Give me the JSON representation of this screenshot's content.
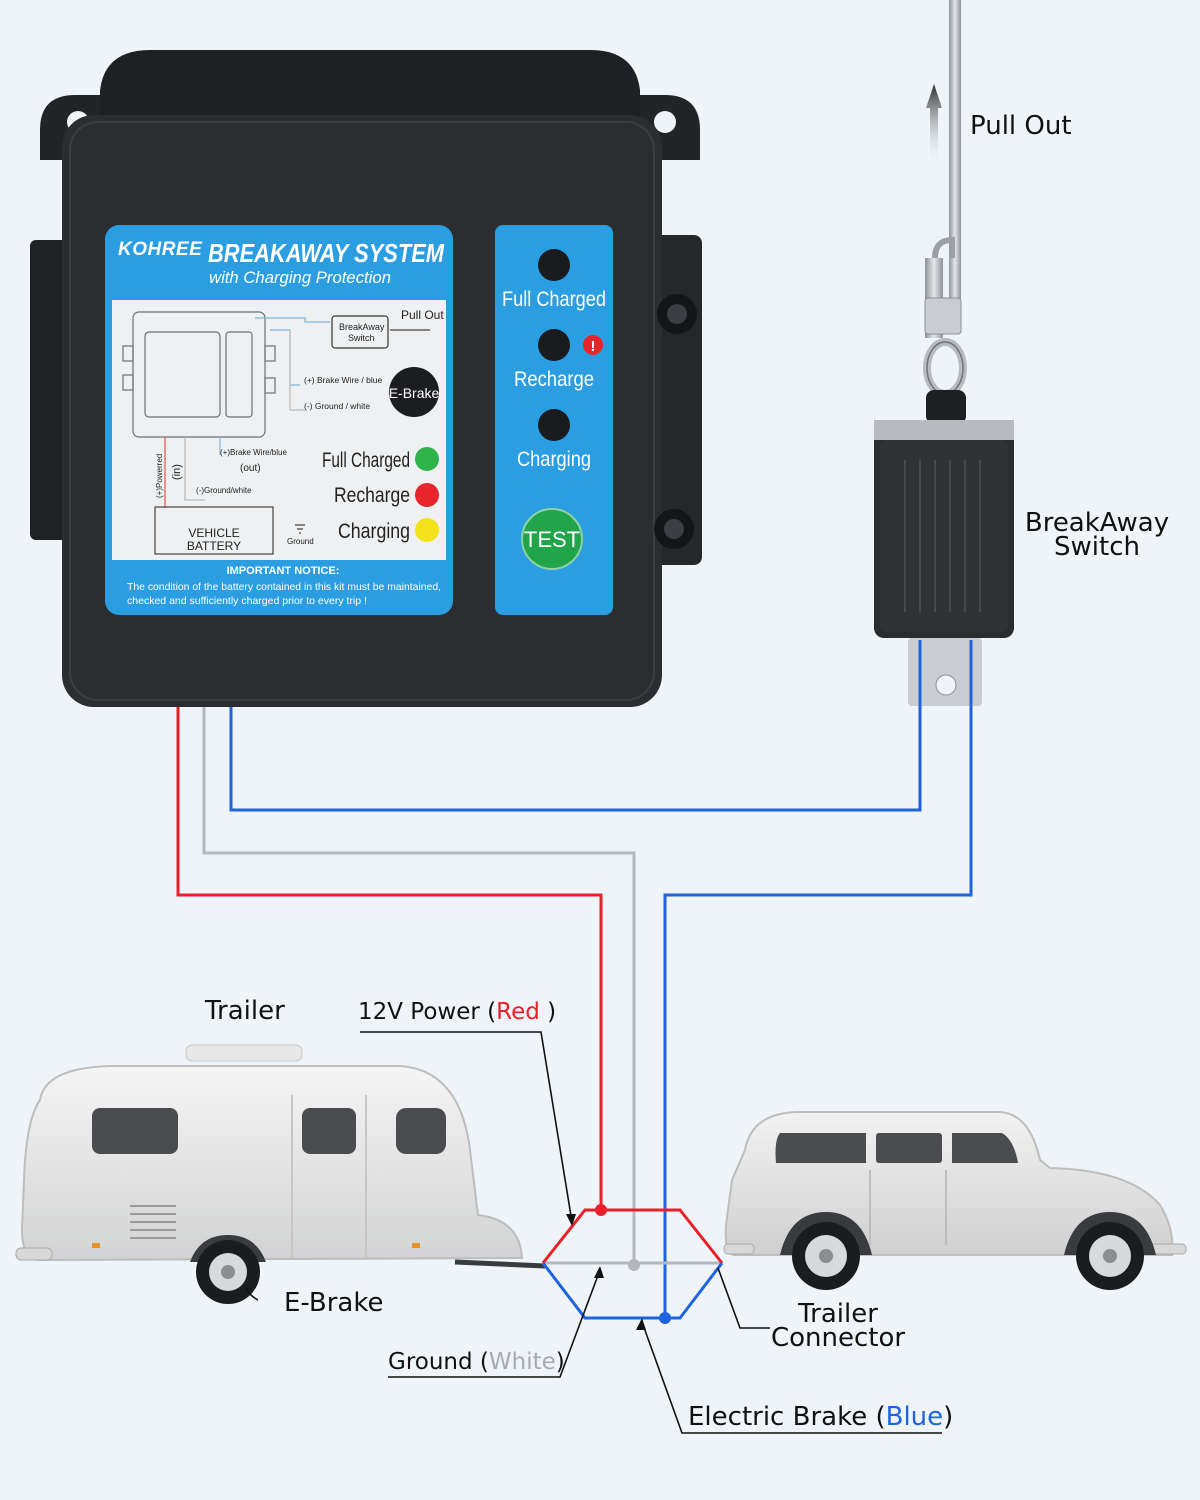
{
  "box": {
    "brand": "KOHREE",
    "title": "BREAKAWAY SYSTEM",
    "subtitle": "with Charging Protection",
    "schematic": {
      "pull_out": "Pull Out",
      "switch_label_1": "BreakAway",
      "switch_label_2": "Switch",
      "brake_wire": "(+) Brake Wire / blue",
      "ground_wire": "(-) Ground / white",
      "ebrake": "E-Brake",
      "brake_wire_blue": "(+)Brake Wire/blue",
      "out": "(out)",
      "powerred": "(+)Powerred",
      "in": "(in)",
      "ground_white": "(-)Ground/white",
      "battery_1": "VEHICLE",
      "battery_2": "BATTERY",
      "ground": "Ground",
      "full_charged": "Full Charged",
      "recharge": "Recharge",
      "charging": "Charging"
    },
    "notice_title": "IMPORTANT NOTICE:",
    "notice_line1": "The condition of the battery contained in this kit must be maintained,",
    "notice_line2": "checked and sufficiently charged prior to every trip !",
    "panel": {
      "full_charged": "Full Charged",
      "recharge": "Recharge",
      "charging": "Charging",
      "alert": "!",
      "test": "TEST"
    }
  },
  "labels": {
    "pull_out": "Pull Out",
    "breakaway_1": "BreakAway",
    "breakaway_2": "Switch",
    "trailer": "Trailer",
    "power_prefix": "12V Power (",
    "power_color": "Red",
    "power_suffix": " )",
    "ebrake": "E-Brake",
    "ground_prefix": "Ground (",
    "ground_color": "White",
    "ground_suffix": ")",
    "connector_1": "Trailer",
    "connector_2": "Connector",
    "brake_prefix": "Electric Brake (",
    "brake_color": "Blue",
    "brake_suffix": ")"
  },
  "colors": {
    "background": "#eef4f8",
    "box_body": "#2b2d31",
    "label_blue": "#2a9ee0",
    "wire_red": "#e8202a",
    "wire_white": "#b4b8bc",
    "wire_blue": "#1f63e0",
    "led_green": "#2fb34a",
    "led_red": "#e8242c",
    "led_yellow": "#f2e21a",
    "test_green": "#21a54b"
  }
}
